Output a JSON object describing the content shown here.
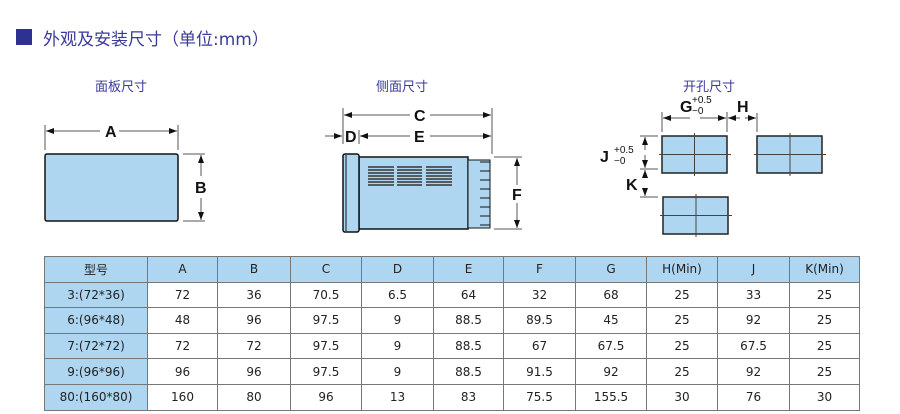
{
  "title": "外观及安装尺寸（单位:mm）",
  "panel": {
    "title": "面板尺寸",
    "labels": {
      "a": "A",
      "b": "B"
    }
  },
  "side": {
    "title": "侧面尺寸",
    "labels": {
      "c": "C",
      "d": "D",
      "e": "E",
      "f": "F"
    }
  },
  "cutout": {
    "title": "开孔尺寸",
    "labels": {
      "g": "G",
      "h": "H",
      "j": "J",
      "k": "K"
    },
    "tol_plus": "+0.5",
    "tol_minus": "−0"
  },
  "colors": {
    "fill": "#aed6f1",
    "accent": "#2e3192"
  },
  "table": {
    "headers": [
      "型号",
      "A",
      "B",
      "C",
      "D",
      "E",
      "F",
      "G",
      "H(Min)",
      "J",
      "K(Min)"
    ],
    "rows": [
      [
        "3:(72*36)",
        "72",
        "36",
        "70.5",
        "6.5",
        "64",
        "32",
        "68",
        "25",
        "33",
        "25"
      ],
      [
        "6:(96*48)",
        "48",
        "96",
        "97.5",
        "9",
        "88.5",
        "89.5",
        "45",
        "25",
        "92",
        "25"
      ],
      [
        "7:(72*72)",
        "72",
        "72",
        "97.5",
        "9",
        "88.5",
        "67",
        "67.5",
        "25",
        "67.5",
        "25"
      ],
      [
        "9:(96*96)",
        "96",
        "96",
        "97.5",
        "9",
        "88.5",
        "91.5",
        "92",
        "25",
        "92",
        "25"
      ],
      [
        "80:(160*80)",
        "160",
        "80",
        "96",
        "13",
        "83",
        "75.5",
        "155.5",
        "30",
        "76",
        "30"
      ]
    ]
  }
}
